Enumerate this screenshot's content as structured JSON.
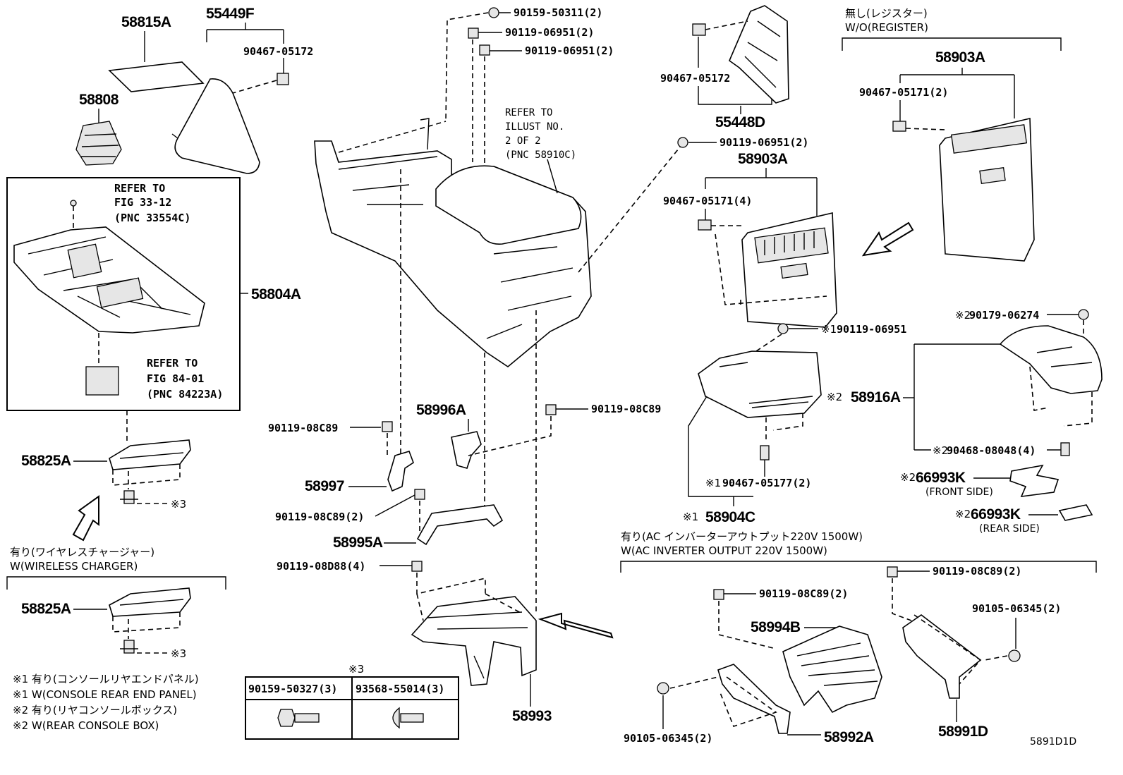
{
  "diagram": {
    "catalog_code": "5891D1D",
    "labels": {
      "p58815A": "58815A",
      "p55449F": "55449F",
      "p90467_05172_left": "90467-05172",
      "p58808": "58808",
      "p58804A": "58804A",
      "p58825A_top": "58825A",
      "p58825A_bottom": "58825A",
      "p90159_50311": "90159-50311(2)",
      "p90119_06951_a": "90119-06951(2)",
      "p90119_06951_b": "90119-06951(2)",
      "p90467_05172_right": "90467-05172",
      "p55448D": "55448D",
      "p90119_06951_c": "90119-06951(2)",
      "p58903A_mid": "58903A",
      "p90467_05171_4": "90467-05171(4)",
      "p58903A_top": "58903A",
      "p90467_05171_2": "90467-05171(2)",
      "p90179_06274": "90179-06274",
      "p90119_06951_d": "90119-06951",
      "p58916A": "58916A",
      "p90468_08048": "90468-08048(4)",
      "p66993K_front": "66993K",
      "p66993K_rear": "66993K",
      "p90467_05177": "90467-05177(2)",
      "p58904C": "58904C",
      "p90119_08C89_a": "90119-08C89",
      "p58996A": "58996A",
      "p90119_08C89_b": "90119-08C89",
      "p58997": "58997",
      "p90119_08C89_2": "90119-08C89(2)",
      "p58995A": "58995A",
      "p90119_08D88": "90119-08D88(4)",
      "p58993": "58993",
      "p90119_08C89_c": "90119-08C89(2)",
      "p90119_08C89_d": "90119-08C89(2)",
      "p58994B": "58994B",
      "p90105_06345_a": "90105-06345(2)",
      "p90105_06345_b": "90105-06345(2)",
      "p58992A": "58992A",
      "p58991D": "58991D",
      "fastener_box_mark": "※3",
      "fastener_1": "90159-50327(3)",
      "fastener_2": "93568-55014(3)",
      "mark3_a": "※3",
      "mark3_b": "※3",
      "mark1_a": "※1",
      "mark1_b": "※1",
      "mark1_c": "※1",
      "mark2_a": "※2",
      "mark2_b": "※2",
      "mark2_c": "※2",
      "mark2_d": "※2",
      "mark2_e": "※2"
    },
    "refer_1": [
      "REFER TO",
      "FIG 33-12",
      "(PNC 33554C)"
    ],
    "refer_2": [
      "REFER TO",
      "FIG 84-01",
      "(PNC 84223A)"
    ],
    "refer_3": [
      "REFER TO",
      "ILLUST NO.",
      "2 OF 2",
      "(PNC 58910C)"
    ],
    "notes": {
      "register_jp": "無し(レジスター)",
      "register_en": "W/O(REGISTER)",
      "wireless_jp": "有り(ワイヤレスチャージャー)",
      "wireless_en": "W(WIRELESS CHARGER)",
      "inverter_jp": "有り(AC インバーターアウトプット220V 1500W)",
      "inverter_en": "W(AC INVERTER OUTPUT 220V 1500W)",
      "front_side": "(FRONT SIDE)",
      "rear_side": "(REAR SIDE)"
    },
    "legend": [
      "※1 有り(コンソールリヤエンドパネル)",
      "※1 W(CONSOLE REAR END PANEL)",
      "※2 有り(リヤコンソールボックス)",
      "※2 W(REAR CONSOLE BOX)"
    ]
  }
}
